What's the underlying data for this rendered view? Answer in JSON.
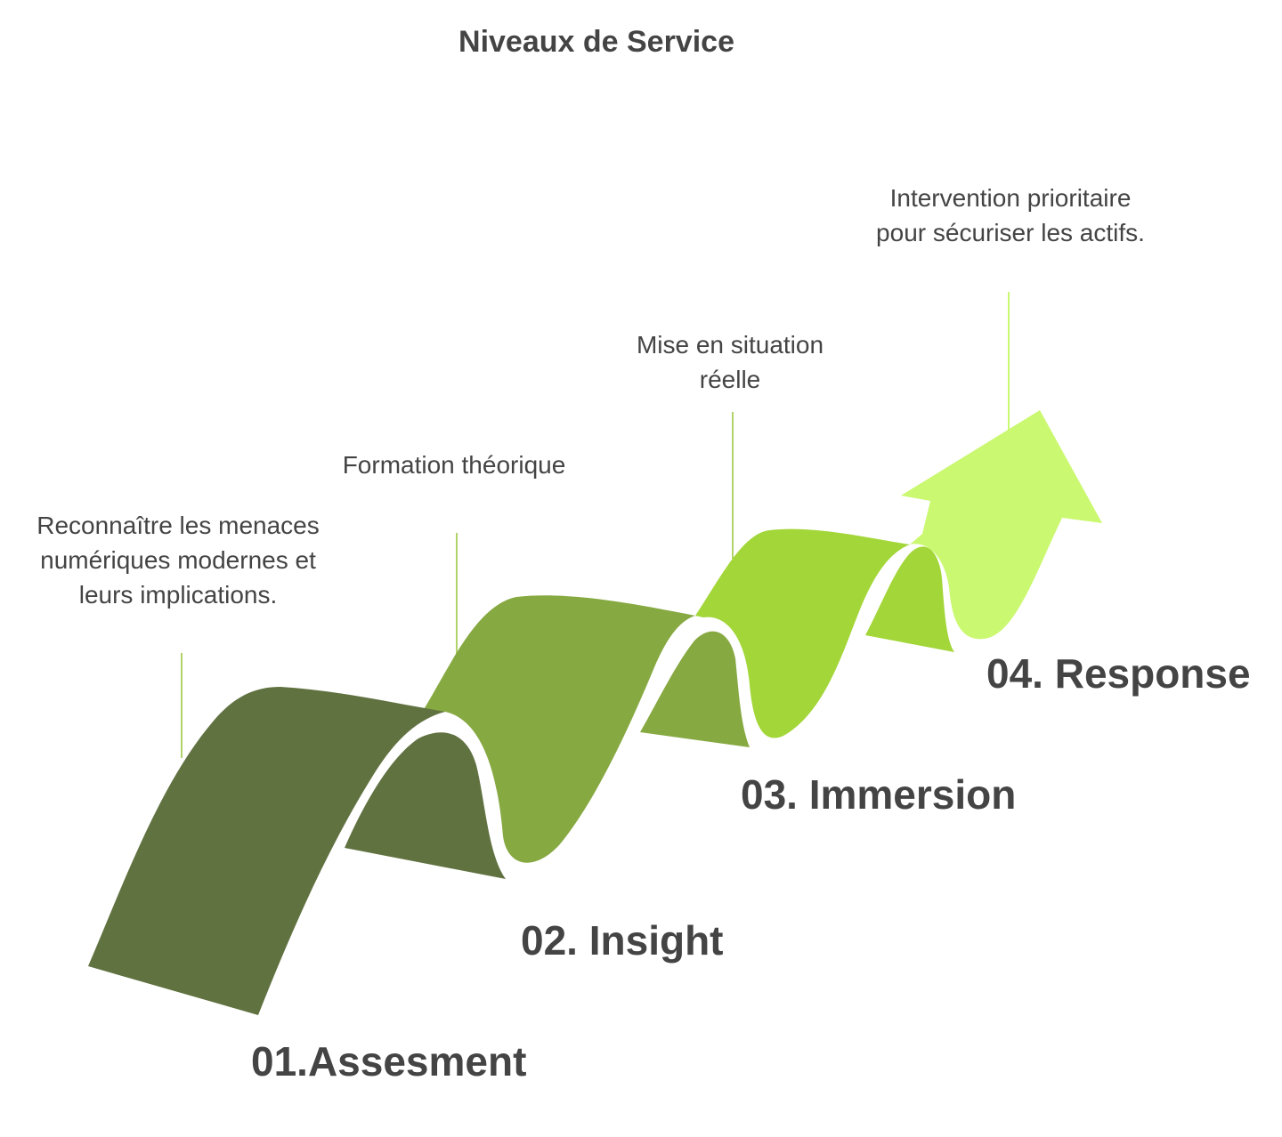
{
  "title": "Niveaux de Service",
  "colors": {
    "step1": "#617241",
    "step2": "#87a942",
    "step3": "#a3d638",
    "step4": "#cbf871",
    "connector": "#b0d36a",
    "text": "#444444"
  },
  "steps": [
    {
      "label": "01.Assesment",
      "description": "Reconnaître les menaces\nnumériques modernes et\nleurs implications."
    },
    {
      "label": "02. Insight",
      "description": "Formation théorique"
    },
    {
      "label": "03. Immersion",
      "description": "Mise en situation\nréelle"
    },
    {
      "label": "04. Response",
      "description": "Intervention prioritaire\npour sécuriser les actifs."
    }
  ]
}
